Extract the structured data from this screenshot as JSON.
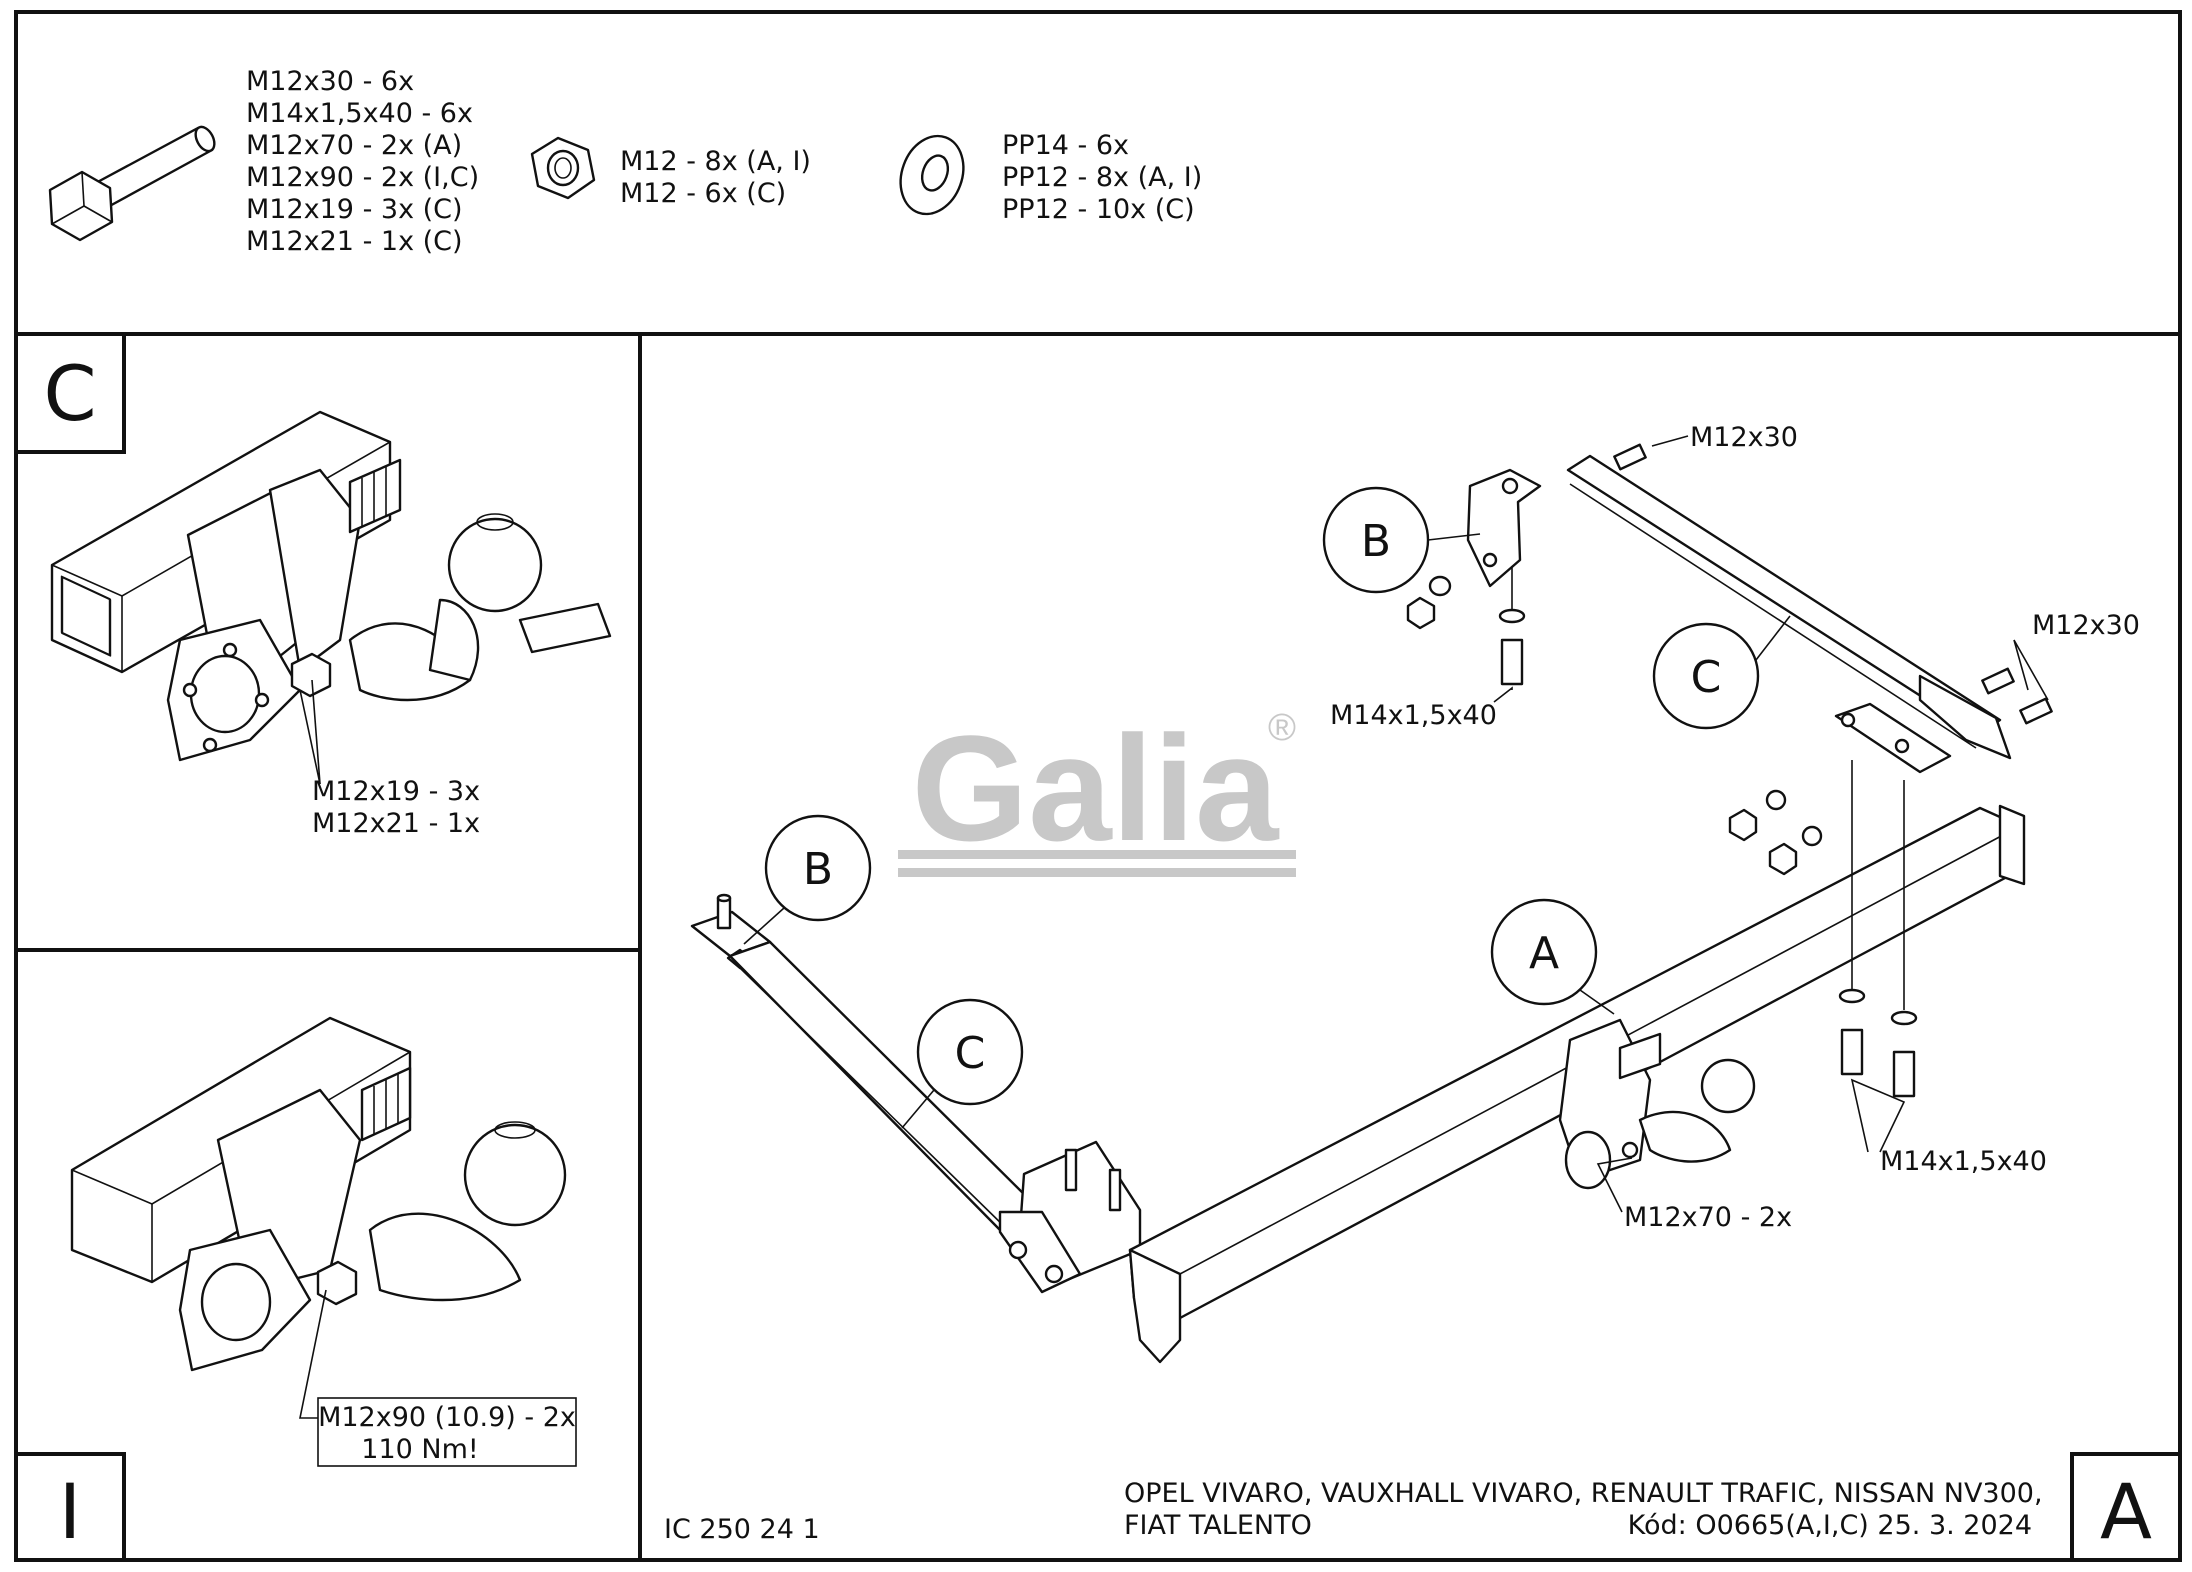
{
  "legend": {
    "bolts": [
      "M12x30 - 6x",
      "M14x1,5x40 - 6x",
      "M12x70 - 2x (A)",
      "M12x90 - 2x (I,C)",
      "M12x19 - 3x (C)",
      "M12x21 - 1x (C)"
    ],
    "nuts": [
      "M12 - 8x (A, I)",
      "M12 - 6x (C)"
    ],
    "washers": [
      "PP14 - 6x",
      "PP12 - 8x (A, I)",
      "PP12 - 10x (C)"
    ]
  },
  "panels": {
    "c_letter": "C",
    "i_letter": "I",
    "a_letter": "A",
    "c_labels": [
      "M12x19 - 3x",
      "M12x21 - 1x"
    ],
    "i_labels": [
      "M12x90 (10.9) - 2x",
      "110 Nm!"
    ]
  },
  "main": {
    "callouts": {
      "b1": "B",
      "b2": "B",
      "c1": "C",
      "c2": "C",
      "a": "A"
    },
    "labels": {
      "m12x30_top": "M12x30",
      "m12x30_right": "M12x30",
      "m14_left": "M14x1,5x40",
      "m14_right": "M14x1,5x40",
      "m12x70": "M12x70 - 2x"
    },
    "logo_text": "Galia",
    "logo_mark": "®"
  },
  "footer": {
    "code": "IC 250 24 1",
    "vehicles_line1": "OPEL VIVARO, VAUXHALL VIVARO, RENAULT TRAFIC, NISSAN NV300,",
    "vehicles_line2": "FIAT TALENTO",
    "kod": "Kód: O0665(A,I,C)  25. 3. 2024"
  }
}
